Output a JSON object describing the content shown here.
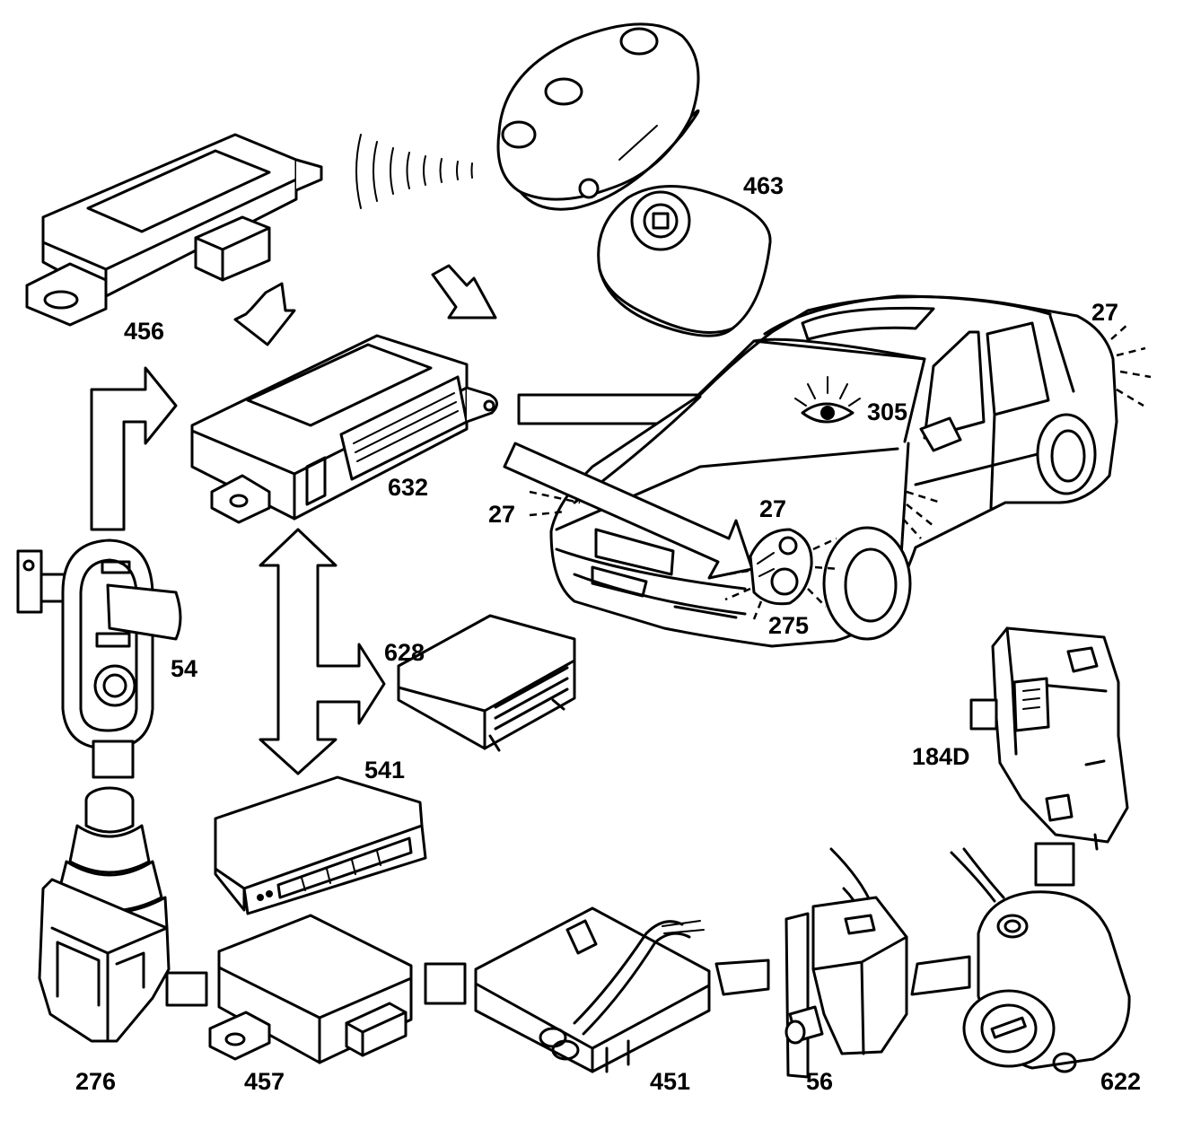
{
  "components": [
    {
      "id": "456",
      "label": "456"
    },
    {
      "id": "463",
      "label": "463"
    },
    {
      "id": "632",
      "label": "632"
    },
    {
      "id": "305",
      "label": "305"
    },
    {
      "id": "27a",
      "label": "27"
    },
    {
      "id": "27b",
      "label": "27"
    },
    {
      "id": "27c",
      "label": "27"
    },
    {
      "id": "275",
      "label": "275"
    },
    {
      "id": "54",
      "label": "54"
    },
    {
      "id": "628",
      "label": "628"
    },
    {
      "id": "184D",
      "label": "184D"
    },
    {
      "id": "541",
      "label": "541"
    },
    {
      "id": "276",
      "label": "276"
    },
    {
      "id": "457",
      "label": "457"
    },
    {
      "id": "451",
      "label": "451"
    },
    {
      "id": "56",
      "label": "56"
    },
    {
      "id": "622",
      "label": "622"
    }
  ]
}
